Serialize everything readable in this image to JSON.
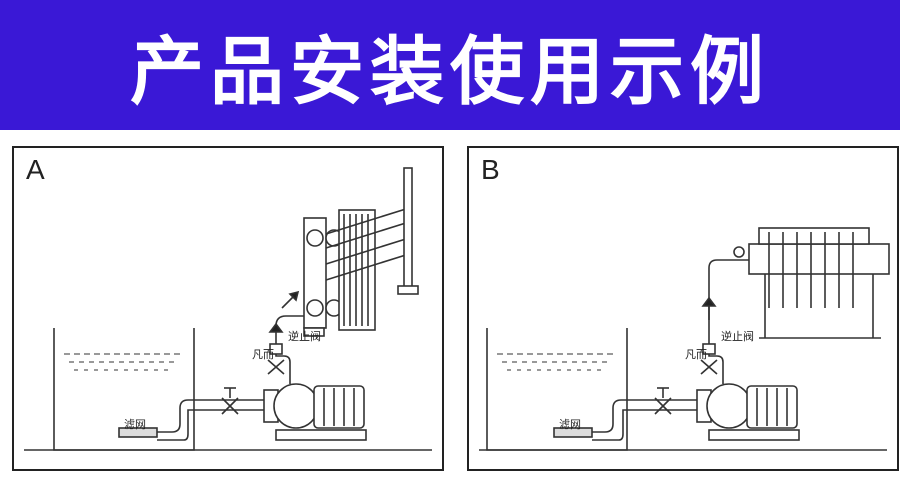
{
  "banner": {
    "title": "产品安装使用示例",
    "bg_color": "#3a18d6"
  },
  "panels": [
    {
      "letter": "A",
      "filter_label": "滤网",
      "valve_label_left": "凡而",
      "check_valve_label": "逆止阀"
    },
    {
      "letter": "B",
      "filter_label": "滤网",
      "valve_label_left": "凡而",
      "check_valve_label": "逆止阀"
    }
  ]
}
